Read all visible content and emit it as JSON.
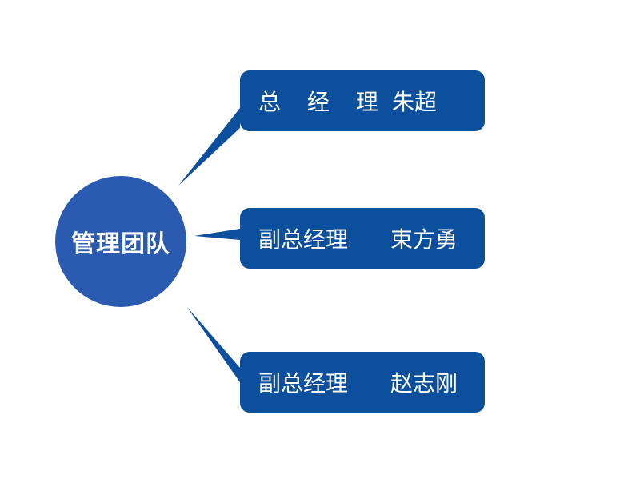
{
  "diagram": {
    "center": {
      "label": "管理团队"
    },
    "members": [
      {
        "role": "总 经 理",
        "name": "朱超"
      },
      {
        "role": "副总经理",
        "name": "束方勇"
      },
      {
        "role": "副总经理",
        "name": "赵志刚"
      }
    ],
    "colors": {
      "hub": "#2a5bb0",
      "box": "#0c4f9c",
      "text": "#ffffff"
    }
  }
}
